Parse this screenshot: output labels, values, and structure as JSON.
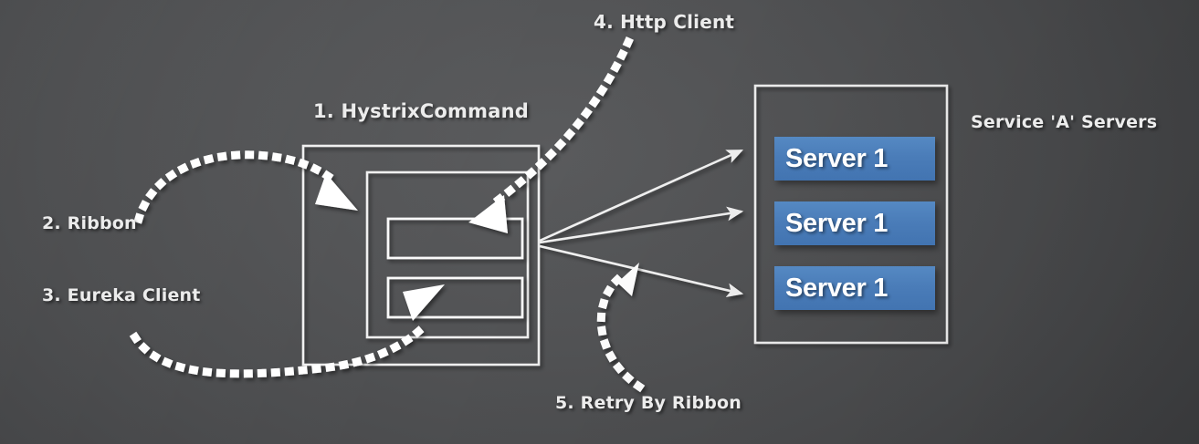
{
  "slide": {
    "background_color": "#4a4b4d",
    "accent_color": "#4a7cb8",
    "stroke_color": "#f0f0f0"
  },
  "labels": {
    "hystrix_command": "1. HystrixCommand",
    "ribbon": "2. Ribbon",
    "eureka_client": "3. Eureka Client",
    "http_client": "4. Http Client",
    "retry_by_ribbon": "5. Retry By Ribbon",
    "service_a_servers": "Service 'A' Servers"
  },
  "servers": [
    {
      "name": "Server 1"
    },
    {
      "name": "Server 1"
    },
    {
      "name": "Server 1"
    }
  ],
  "shapes": {
    "hystrix_outer_box": "outer rectangle",
    "hystrix_inner_box": "inner rectangle",
    "hystrix_slot_top": "empty rectangle slot",
    "hystrix_slot_bottom": "empty rectangle slot",
    "server_container_box": "servers container rectangle"
  },
  "connectors": [
    {
      "id": "ribbon-arrow",
      "style": "dotted",
      "target": "hystrix-outer-box"
    },
    {
      "id": "eureka-arrow",
      "style": "dotted",
      "target": "hystrix-slot-bottom"
    },
    {
      "id": "http-arrow",
      "style": "dotted",
      "target": "hystrix-slot-top"
    },
    {
      "id": "retry-arrow",
      "style": "dotted",
      "target": "fan-out-origin"
    },
    {
      "id": "lb-arrow-1",
      "style": "solid",
      "target": "server-1"
    },
    {
      "id": "lb-arrow-2",
      "style": "solid",
      "target": "server-2"
    },
    {
      "id": "lb-arrow-3",
      "style": "solid",
      "target": "server-3"
    }
  ]
}
